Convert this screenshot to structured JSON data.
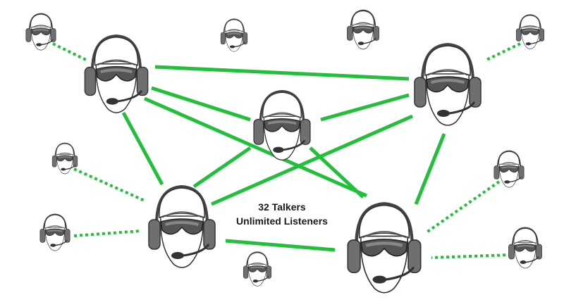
{
  "caption": {
    "line1": "32 Talkers",
    "line2": "Unlimited Listeners"
  },
  "colors": {
    "link": "#22c03a",
    "cup": "#6f6f6f",
    "glasses": "#555555",
    "outline": "#333333"
  },
  "talkers_shown": 5,
  "listeners_shown": 9
}
